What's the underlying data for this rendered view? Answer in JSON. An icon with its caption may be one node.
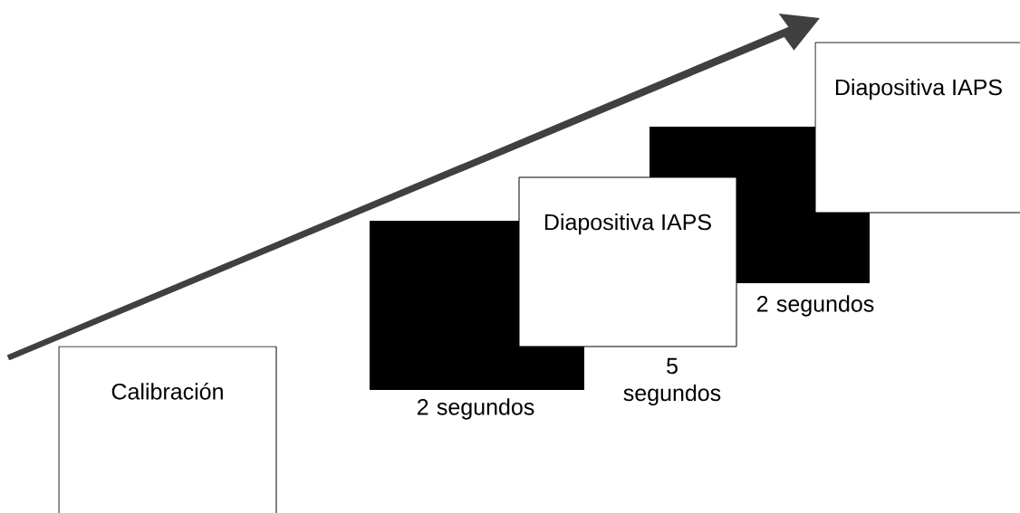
{
  "diagram": {
    "nodes": [
      {
        "text": [
          "Calibración"
        ]
      },
      {
        "text": [],
        "shape": "box",
        "beside": [
          "2 segundos"
        ]
      },
      {
        "text": [],
        "shape": "box",
        "beside": [
          "2 segundos"
        ]
      },
      {
        "text": [
          "Diapositiva IAPS"
        ],
        "beside": [
          "5 segundos"
        ]
      },
      {
        "text": [
          "Diapositiva IAPS"
        ]
      }
    ]
  }
}
